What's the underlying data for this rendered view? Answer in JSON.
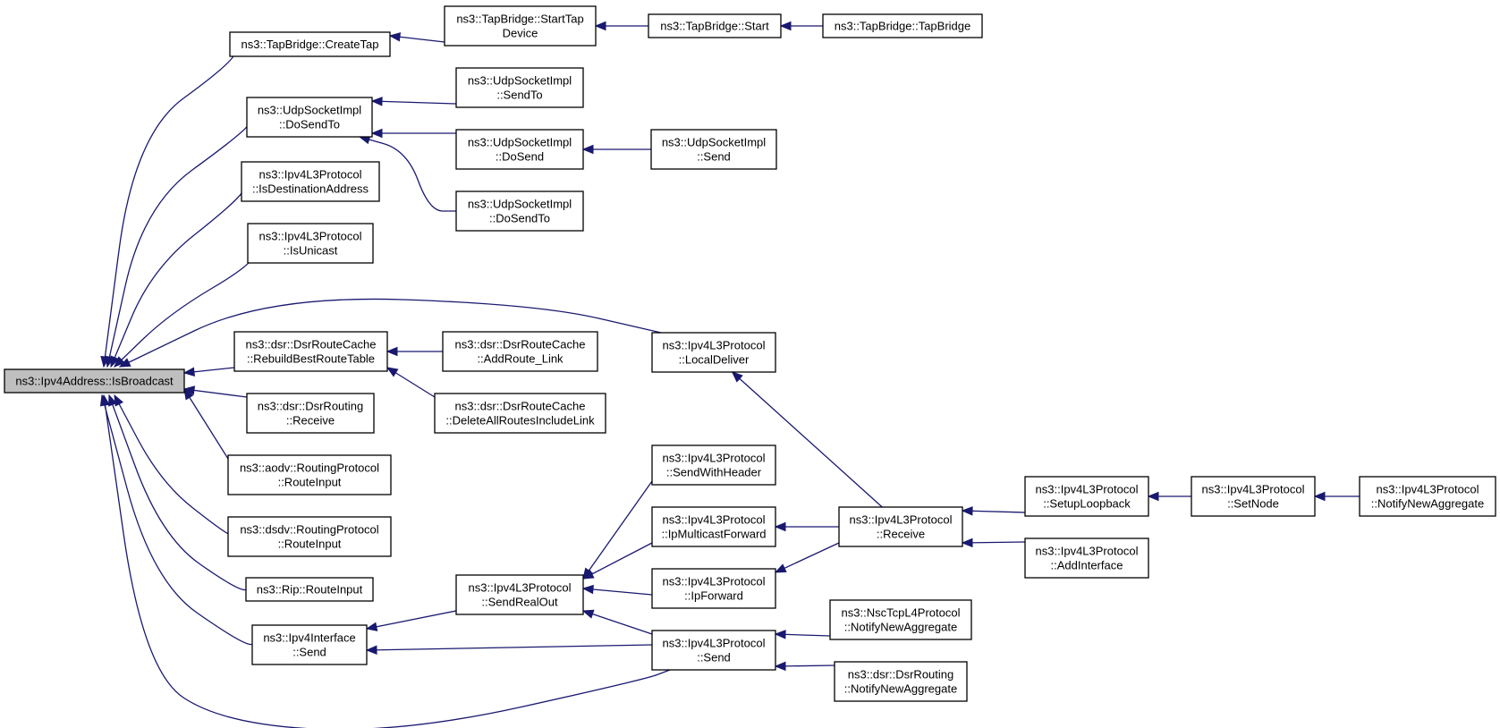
{
  "diagram": {
    "kind": "doxygen-caller-graph",
    "colors": {
      "edge": "#191970",
      "node_border": "#000000",
      "root_fill": "#bfbfbf",
      "node_fill": "#ffffff"
    },
    "nodes": [
      {
        "id": "isBroadcast",
        "lines": [
          "ns3::Ipv4Address::IsBroadcast"
        ],
        "root": true
      },
      {
        "id": "createTap",
        "lines": [
          "ns3::TapBridge::CreateTap"
        ]
      },
      {
        "id": "startTapDevice",
        "lines": [
          "ns3::TapBridge::StartTap",
          "Device"
        ]
      },
      {
        "id": "start",
        "lines": [
          "ns3::TapBridge::Start"
        ]
      },
      {
        "id": "tapBridge",
        "lines": [
          "ns3::TapBridge::TapBridge"
        ]
      },
      {
        "id": "udpDoSendTo",
        "lines": [
          "ns3::UdpSocketImpl",
          "::DoSendTo"
        ]
      },
      {
        "id": "udpSendTo",
        "lines": [
          "ns3::UdpSocketImpl",
          "::SendTo"
        ]
      },
      {
        "id": "udpDoSend",
        "lines": [
          "ns3::UdpSocketImpl",
          "::DoSend"
        ]
      },
      {
        "id": "udpSend",
        "lines": [
          "ns3::UdpSocketImpl",
          "::Send"
        ]
      },
      {
        "id": "udpDoSendTo2",
        "lines": [
          "ns3::UdpSocketImpl",
          "::DoSendTo"
        ]
      },
      {
        "id": "isDestAddr",
        "lines": [
          "ns3::Ipv4L3Protocol",
          "::IsDestinationAddress"
        ]
      },
      {
        "id": "isUnicast",
        "lines": [
          "ns3::Ipv4L3Protocol",
          "::IsUnicast"
        ]
      },
      {
        "id": "localDeliver",
        "lines": [
          "ns3::Ipv4L3Protocol",
          "::LocalDeliver"
        ]
      },
      {
        "id": "rebuild",
        "lines": [
          "ns3::dsr::DsrRouteCache",
          "::RebuildBestRouteTable"
        ]
      },
      {
        "id": "addRouteLink",
        "lines": [
          "ns3::dsr::DsrRouteCache",
          "::AddRoute_Link"
        ]
      },
      {
        "id": "deleteAll",
        "lines": [
          "ns3::dsr::DsrRouteCache",
          "::DeleteAllRoutesIncludeLink"
        ]
      },
      {
        "id": "dsrReceive",
        "lines": [
          "ns3::dsr::DsrRouting",
          "::Receive"
        ]
      },
      {
        "id": "aodv",
        "lines": [
          "ns3::aodv::RoutingProtocol",
          "::RouteInput"
        ]
      },
      {
        "id": "dsdv",
        "lines": [
          "ns3::dsdv::RoutingProtocol",
          "::RouteInput"
        ]
      },
      {
        "id": "rip",
        "lines": [
          "ns3::Rip::RouteInput"
        ]
      },
      {
        "id": "ipv4IfSend",
        "lines": [
          "ns3::Ipv4Interface",
          "::Send"
        ]
      },
      {
        "id": "sendRealOut",
        "lines": [
          "ns3::Ipv4L3Protocol",
          "::SendRealOut"
        ]
      },
      {
        "id": "sendWithHeader",
        "lines": [
          "ns3::Ipv4L3Protocol",
          "::SendWithHeader"
        ]
      },
      {
        "id": "ipMulticast",
        "lines": [
          "ns3::Ipv4L3Protocol",
          "::IpMulticastForward"
        ]
      },
      {
        "id": "ipForward",
        "lines": [
          "ns3::Ipv4L3Protocol",
          "::IpForward"
        ]
      },
      {
        "id": "l3Send",
        "lines": [
          "ns3::Ipv4L3Protocol",
          "::Send"
        ]
      },
      {
        "id": "l3Receive",
        "lines": [
          "ns3::Ipv4L3Protocol",
          "::Receive"
        ]
      },
      {
        "id": "nscTcp",
        "lines": [
          "ns3::NscTcpL4Protocol",
          "::NotifyNewAggregate"
        ]
      },
      {
        "id": "dsrNotify",
        "lines": [
          "ns3::dsr::DsrRouting",
          "::NotifyNewAggregate"
        ]
      },
      {
        "id": "setupLoopback",
        "lines": [
          "ns3::Ipv4L3Protocol",
          "::SetupLoopback"
        ]
      },
      {
        "id": "addInterface",
        "lines": [
          "ns3::Ipv4L3Protocol",
          "::AddInterface"
        ]
      },
      {
        "id": "setNode",
        "lines": [
          "ns3::Ipv4L3Protocol",
          "::SetNode"
        ]
      },
      {
        "id": "notifyNewAgg",
        "lines": [
          "ns3::Ipv4L3Protocol",
          "::NotifyNewAggregate"
        ]
      }
    ],
    "edges": [
      [
        "createTap",
        "isBroadcast"
      ],
      [
        "udpDoSendTo",
        "isBroadcast"
      ],
      [
        "isDestAddr",
        "isBroadcast"
      ],
      [
        "isUnicast",
        "isBroadcast"
      ],
      [
        "localDeliver",
        "isBroadcast"
      ],
      [
        "rebuild",
        "isBroadcast"
      ],
      [
        "dsrReceive",
        "isBroadcast"
      ],
      [
        "aodv",
        "isBroadcast"
      ],
      [
        "dsdv",
        "isBroadcast"
      ],
      [
        "rip",
        "isBroadcast"
      ],
      [
        "ipv4IfSend",
        "isBroadcast"
      ],
      [
        "l3Send",
        "isBroadcast"
      ],
      [
        "startTapDevice",
        "createTap"
      ],
      [
        "start",
        "startTapDevice"
      ],
      [
        "tapBridge",
        "start"
      ],
      [
        "udpSendTo",
        "udpDoSendTo"
      ],
      [
        "udpDoSend",
        "udpDoSendTo"
      ],
      [
        "udpDoSendTo2",
        "udpDoSendTo"
      ],
      [
        "udpSend",
        "udpDoSend"
      ],
      [
        "addRouteLink",
        "rebuild"
      ],
      [
        "deleteAll",
        "rebuild"
      ],
      [
        "l3Receive",
        "localDeliver"
      ],
      [
        "sendRealOut",
        "ipv4IfSend"
      ],
      [
        "l3Send",
        "ipv4IfSend"
      ],
      [
        "sendWithHeader",
        "sendRealOut"
      ],
      [
        "ipMulticast",
        "sendRealOut"
      ],
      [
        "ipForward",
        "sendRealOut"
      ],
      [
        "l3Send",
        "sendRealOut"
      ],
      [
        "l3Receive",
        "ipMulticast"
      ],
      [
        "l3Receive",
        "ipForward"
      ],
      [
        "nscTcp",
        "l3Send"
      ],
      [
        "dsrNotify",
        "l3Send"
      ],
      [
        "setupLoopback",
        "l3Receive"
      ],
      [
        "addInterface",
        "l3Receive"
      ],
      [
        "setNode",
        "setupLoopback"
      ],
      [
        "notifyNewAgg",
        "setNode"
      ]
    ]
  }
}
